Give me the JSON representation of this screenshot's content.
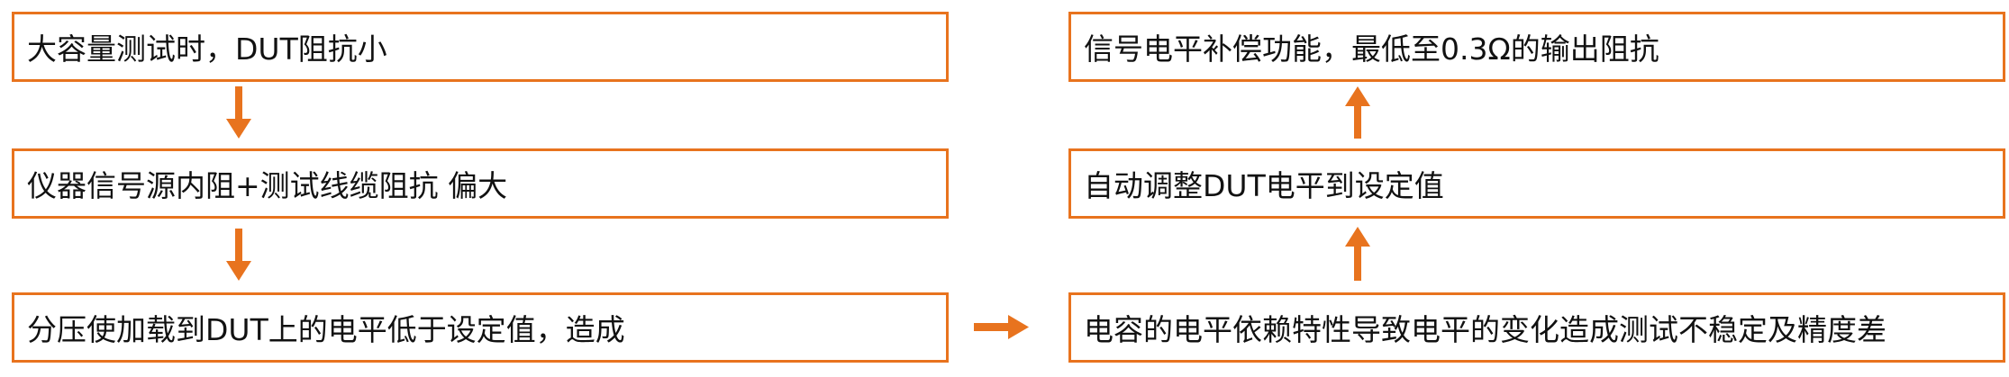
{
  "colors": {
    "border": "#e8731e",
    "arrow": "#e8731e",
    "text": "#111111",
    "background": "#ffffff"
  },
  "left_column": [
    {
      "text": "大容量测试时，DUT阻抗小"
    },
    {
      "text": "仪器信号源内阻+测试线缆阻抗  偏大"
    },
    {
      "text": "分压使加载到DUT上的电平低于设定值，造成"
    }
  ],
  "right_column": [
    {
      "text": "信号电平补偿功能，最低至0.3Ω的输出阻抗"
    },
    {
      "text": "自动调整DUT电平到设定值"
    },
    {
      "text": "电容的电平依赖特性导致电平的变化造成测试不稳定及精度差"
    }
  ],
  "arrows": [
    {
      "from": "left_column.0",
      "to": "left_column.1",
      "direction": "down"
    },
    {
      "from": "left_column.1",
      "to": "left_column.2",
      "direction": "down"
    },
    {
      "from": "left_column.2",
      "to": "right_column.2",
      "direction": "right"
    },
    {
      "from": "right_column.2",
      "to": "right_column.1",
      "direction": "up"
    },
    {
      "from": "right_column.1",
      "to": "right_column.0",
      "direction": "up"
    }
  ]
}
